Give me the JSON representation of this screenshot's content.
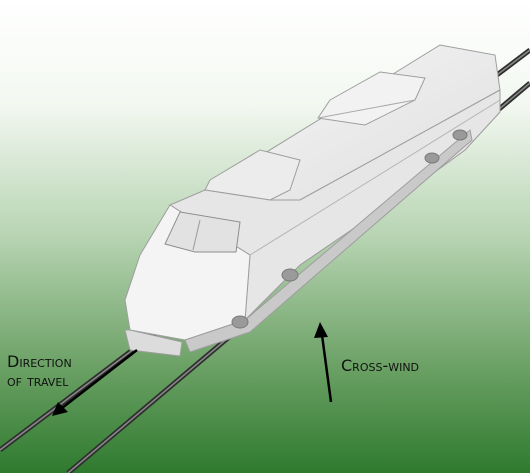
{
  "labels": {
    "direction_line1": "Direction",
    "direction_line2": "of travel",
    "crosswind": "Cross-wind"
  },
  "colors": {
    "background_top": "#ffffff",
    "background_bottom": "#2e7d32",
    "train_body": "#e9e9e9",
    "train_shadow": "#bdbdbd",
    "rail": "#3a3a3a",
    "arrow": "#000000"
  },
  "icons": [
    "train-illustration",
    "direction-arrow",
    "crosswind-arrow"
  ]
}
